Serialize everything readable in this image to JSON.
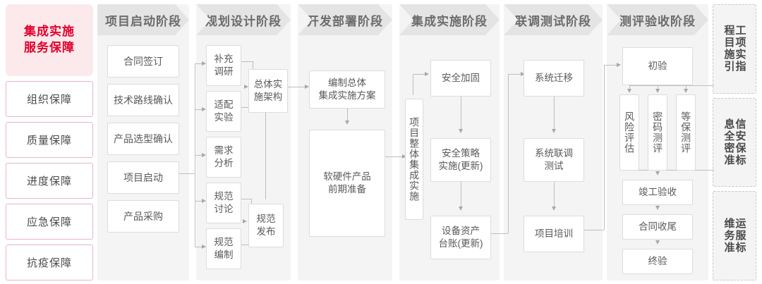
{
  "brand": {
    "line1": "集成实施",
    "line2": "服务保障"
  },
  "guarantees": [
    {
      "label": "组织保障"
    },
    {
      "label": "质量保障"
    },
    {
      "label": "进度保障"
    },
    {
      "label": "应急保障"
    },
    {
      "label": "抗疫保障"
    }
  ],
  "phases": [
    {
      "id": "startup",
      "title": "项目启动阶段",
      "nodes": [
        "合同签订",
        "技术路线确认",
        "产品选型确认",
        "项目启动",
        "产品采购"
      ]
    },
    {
      "id": "planning",
      "title": "规划设计阶段",
      "nodes": [
        "补充调研",
        "适配实验",
        "需求分析",
        "规范讨论",
        "规范编制",
        "总体实施架构",
        "规范发布"
      ]
    },
    {
      "id": "develop",
      "title": "开发部署阶段",
      "nodes": [
        "编制总体集成实施方案",
        "软硬件产品前期准备"
      ]
    },
    {
      "id": "integration",
      "title": "集成实施阶段",
      "nodes": [
        "项目整体集成实施",
        "安全加固",
        "安全策略实施(更新)",
        "设备资产台账(更新)"
      ]
    },
    {
      "id": "jointtest",
      "title": "联调测试阶段",
      "nodes": [
        "系统迁移",
        "系统联调测试",
        "项目培训"
      ]
    },
    {
      "id": "acceptance",
      "title": "测评验收阶段",
      "nodes": [
        "初验",
        "风险评估",
        "密码测评",
        "等保测评",
        "竣工验收",
        "合同收尾",
        "终验"
      ]
    }
  ],
  "planning_labels": {
    "bucong": "补充\n调研",
    "shipei": "适配\n实验",
    "xuqiu": "需求\n分析",
    "guifantaolun": "规范\n讨论",
    "guifanbianzhi": "规范\n编制",
    "zongti": "总体实\n施架构",
    "guifanfabu": "规范\n发布"
  },
  "develop_labels": {
    "bianzhi": "编制总体\n集成实施方案",
    "ruanying": "软硬件产品\n前期准备"
  },
  "integration_labels": {
    "zhengti": "项目整体集成实施",
    "anquanjiagu": "安全加固",
    "anquance": "安全策略\n实施(更新)",
    "shebei": "设备资产\n台账(更新)"
  },
  "jointtest_labels": {
    "qianyi": "系统迁移",
    "liandiao": "系统联调\n测试",
    "peixun": "项目培训"
  },
  "acceptance_labels": {
    "chuyan": "初验",
    "fengxian": "风险评估",
    "mima": "密码测评",
    "dengbao": "等保测评",
    "jungong": "竣工验收",
    "shouwei": "合同收尾",
    "zhongyan": "终验"
  },
  "standards": [
    {
      "right": "程目施引",
      "left": "工项实指",
      "full": "工程项目实施指引"
    },
    {
      "right": "息全密准",
      "left": "信安保标",
      "full": "信息安全保密标准"
    },
    {
      "right": "维务准",
      "left": "运服标",
      "full": "运维服务标准"
    }
  ],
  "colors": {
    "brand_bg": "#fbe9ec",
    "brand_text": "#e3002b",
    "guarantee_border": "#e8b5c0",
    "phase_header_bg": "#e4e4e4",
    "phase_body_bg": "#f4f4f4",
    "node_border": "#dcdcdc",
    "connector": "#bdbdbd"
  }
}
